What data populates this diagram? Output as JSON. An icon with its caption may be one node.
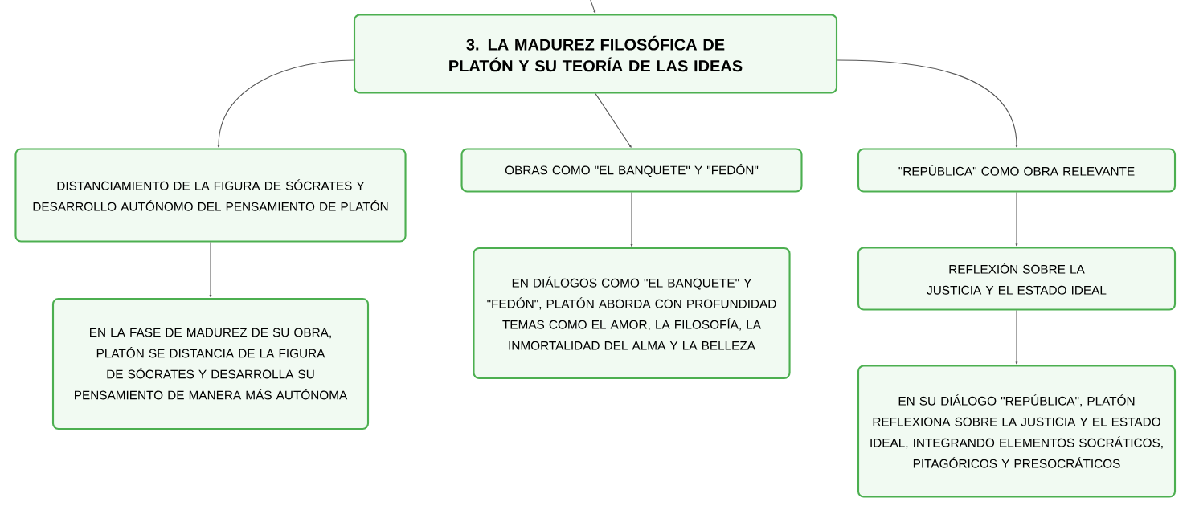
{
  "diagram": {
    "nodes": [
      {
        "text": [
          "3. LA MADUREZ FILOSÓFICA DE PLATÓN Y SU TEORÍA DE LAS IDEAS"
        ]
      },
      {
        "text": [
          "DISTANCIAMIENTO DE LA FIGURA DE SÓCRATES Y DESARROLLO AUTÓNOMO DEL PENSAMIENTO DE PLATÓN"
        ]
      },
      {
        "text": [
          "OBRAS COMO \"EL BANQUETE\" Y \"FEDÓN\""
        ]
      },
      {
        "text": [
          "\"REPÚBLICA\" COMO OBRA RELEVANTE"
        ]
      },
      {
        "text": [
          "EN LA FASE DE MADUREZ DE SU OBRA, PLATÓN SE DISTANCIA DE LA FIGURA DE SÓCRATES Y DESARROLLA SU PENSAMIENTO DE MANERA MÁS AUTÓNOMA"
        ]
      },
      {
        "text": [
          "EN DIÁLOGOS COMO \"EL BANQUETE\" Y \"FEDÓN\", PLATÓN ABORDA CON PROFUNDIDAD TEMAS COMO EL AMOR, LA FILOSOFÍA, LA INMORTALIDAD DEL ALMA Y LA BELLEZA"
        ]
      },
      {
        "text": [
          "REFLEXIÓN SOBRE LA JUSTICIA Y EL ESTADO IDEAL"
        ]
      },
      {
        "text": [
          "EN SU DIÁLOGO \"REPÚBLICA\", PLATÓN REFLEXIONA SOBRE LA JUSTICIA Y EL ESTADO IDEAL, INTEGRANDO ELEMENTOS SOCRÁTICOS, PITAGÓRICOS Y PRESOCRÁTICOS"
        ]
      }
    ],
    "edges": [
      {
        "from": null,
        "to": 0,
        "arrow": "to"
      },
      {
        "from": 0,
        "to": 1,
        "arrow": "to"
      },
      {
        "from": 0,
        "to": 2,
        "arrow": "to"
      },
      {
        "from": 0,
        "to": 3,
        "arrow": "to"
      },
      {
        "from": 1,
        "to": 4,
        "arrow": "to"
      },
      {
        "from": 2,
        "to": 5,
        "arrow": "to"
      },
      {
        "from": 3,
        "to": 6,
        "arrow": "to"
      },
      {
        "from": 6,
        "to": 7,
        "arrow": "to"
      }
    ]
  }
}
